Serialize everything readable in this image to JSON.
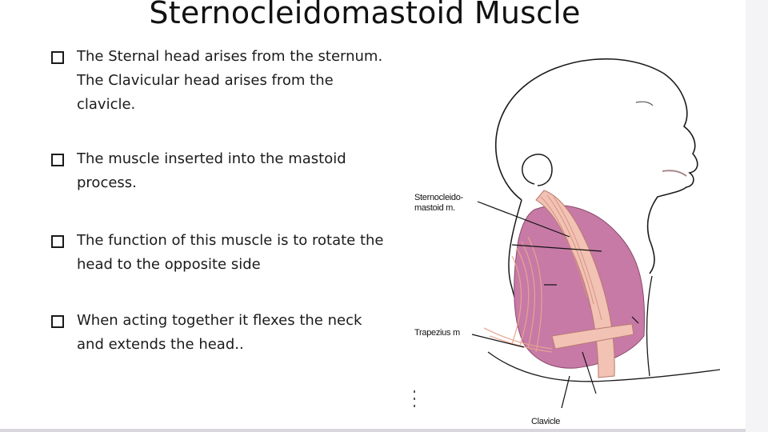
{
  "title": "Sternocleidomastoid Muscle",
  "bullets": [
    {
      "text": "The Sternal head  arises from the sternum.\nThe Clavicular head arises from the\nclavicle."
    },
    {
      "text": "The muscle inserted into the mastoid\nprocess."
    },
    {
      "text": "The function of this muscle is to rotate the\nhead to the opposite side"
    },
    {
      "text": "When acting together it flexes the neck\nand extends the head.."
    }
  ],
  "figure_labels": {
    "sternocleidomastoid": "Sternocleido-\nmastoid m.",
    "trapezius": "Trapezius m",
    "clavicle": "Clavicle"
  },
  "colors": {
    "muscle_fill": "#c77aa6",
    "muscle_stripe": "#f2c2b4",
    "outline": "#1a1a1a"
  }
}
